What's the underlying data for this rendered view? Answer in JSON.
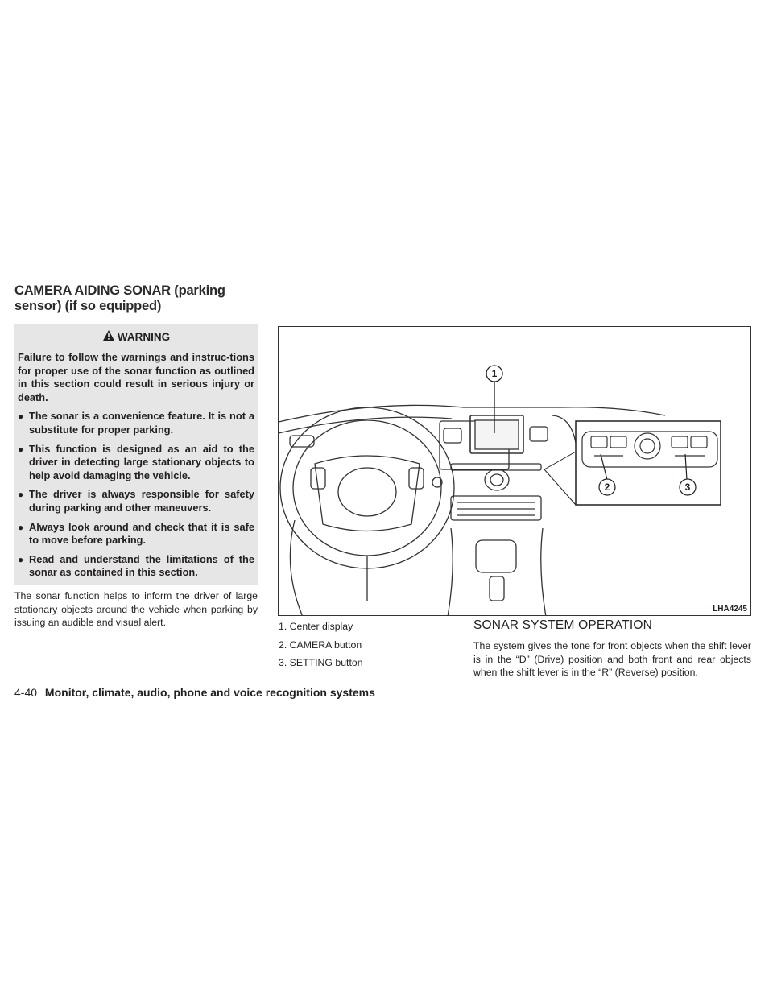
{
  "section_title": "CAMERA AIDING SONAR (parking sensor) (if so equipped)",
  "warning": {
    "heading": "WARNING",
    "intro": "Failure to follow the warnings and instruc-tions for proper use of the sonar function as outlined in this section could result in serious injury or death.",
    "bullets": [
      "The sonar is a convenience feature. It is not a substitute for proper parking.",
      "This function is designed as an aid to the driver in detecting large stationary objects to help avoid damaging the vehicle.",
      "The driver is always responsible for safety during parking and other maneuvers.",
      "Always look around and check that it is safe to move before parking.",
      "Read and understand the limitations of the sonar as contained in this section."
    ]
  },
  "body_text": "The sonar function helps to inform the driver of large stationary objects around the vehicle when parking by issuing an audible and visual alert.",
  "figure": {
    "code": "LHA4245",
    "callouts": [
      "1",
      "2",
      "3"
    ],
    "legend": [
      "1. Center display",
      "2. CAMERA button",
      "3. SETTING button"
    ]
  },
  "subsection": {
    "title": "SONAR SYSTEM OPERATION",
    "text": "The system gives the tone for front objects when the shift lever is in the “D” (Drive) position and both front and rear objects when the shift lever is in the “R” (Reverse) position."
  },
  "footer": {
    "page": "4-40",
    "chapter": "Monitor, climate, audio, phone and voice recognition systems"
  }
}
